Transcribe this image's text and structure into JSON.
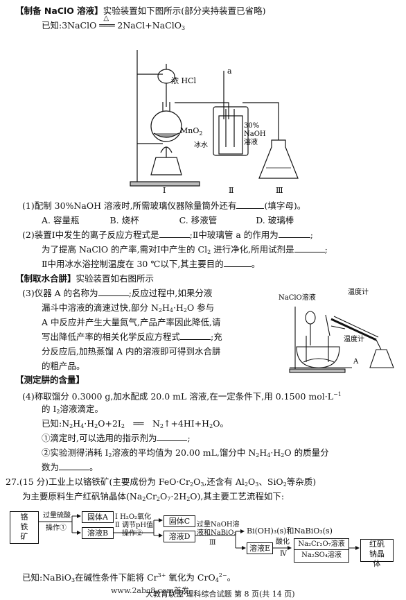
{
  "part1": {
    "heading": "【制备 NaClO 溶液】",
    "intro": "实验装置如下图所示(部分夹持装置已省略)",
    "known": "已知:3NaClO",
    "known_cond": "△",
    "known_rest": "2NaCl+NaClO",
    "known_sub": "3"
  },
  "fig1": {
    "label_hcl": "浓 HCl",
    "label_a": "a",
    "label_mno2": "MnO",
    "label_mno2_sub": "2",
    "label_naoh_pct": "30%",
    "label_naoh": "NaOH",
    "label_solution": "溶液",
    "label_icewater": "冰水",
    "num_1": "Ⅰ",
    "num_2": "Ⅱ",
    "num_3": "Ⅲ"
  },
  "q1": {
    "text_a": "(1)配制 30%NaOH 溶液时,所需玻璃仪器除量筒外还有",
    "text_b": "(填字母)。",
    "opt_a": "A. 容量瓶",
    "opt_b": "B. 烧杯",
    "opt_c": "C. 移液管",
    "opt_d": "D. 玻璃棒"
  },
  "q2": {
    "l1a": "(2)装置Ⅰ中发生的离子反应方程式是",
    "l1b": ";Ⅱ中玻璃管 a 的作用为",
    "l1c": ";",
    "l2a": "为了提高 NaClO 的产率,需对Ⅰ中产生的 Cl",
    "l2sub": "2",
    "l2b": " 进行净化,所用试剂是",
    "l2c": ";",
    "l3a": "Ⅱ中用冰水浴控制温度在 30 ℃以下,其主要目的",
    "l3b": "。"
  },
  "part2": {
    "heading": "【制取水合肼】",
    "intro": "实验装置如右图所示"
  },
  "q3": {
    "l1a": "(3)仪器 A 的名称为",
    "l1b": ";反应过程中,如果分液",
    "l2": "漏斗中溶液的滴速过快,部分 N",
    "l2b": "H",
    "l2c": "·H",
    "l2d": "O 参与",
    "l3": "A 中反应并产生大量氮气,产品产率因此降低,请",
    "l4a": "写出降低产率的相关化学反应方程式",
    "l4b": ";充",
    "l5": "分反应后,加热蒸馏 A 内的溶液即可得到水合肼",
    "l6": "的粗产品。"
  },
  "fig2": {
    "label_naclo": "NaClO溶液",
    "label_thermo1": "温度计",
    "label_thermo2": "温度计",
    "label_a": "A"
  },
  "part3": {
    "heading": "【测定肼的含量】"
  },
  "q4": {
    "l1a": "(4)称取馏分 0.3000 g,加水配成 20.0 mL 溶液,在一定条件下,用 0.1500 mol·L",
    "l1sup": "−1",
    "l2a": "的 I",
    "l2b": "溶液滴定。",
    "l3a": "已知:N",
    "l3b": "H",
    "l3c": "·H",
    "l3d": "O+2I",
    "l3e": "N",
    "l3f": "↑+4HI+H",
    "l3g": "O。",
    "l4a": "①滴定时,可以选用的指示剂为",
    "l4b": ";",
    "l5a": "②实验测得消耗 I",
    "l5b": "溶液的平均值为 20.00 mL,馏分中 N",
    "l5c": "H",
    "l5d": "·H",
    "l5e": "O 的质量分",
    "l6a": "数为",
    "l6b": "。"
  },
  "q27": {
    "l1a": "27.(15 分)工业上以铬铁矿(主要成份为 FeO·Cr",
    "l1b": "O",
    "l1c": ",还含有 Al",
    "l1d": "O",
    "l1e": "、SiO",
    "l1f": "等杂质)",
    "l2a": "为主要原料生产红矾钠晶体(Na",
    "l2b": "Cr",
    "l2c": "O",
    "l2d": "·2H",
    "l2e": "O),其主要工艺流程如下:"
  },
  "flow": {
    "ore": "铬铁矿",
    "step1_reagent": "过量硫酸",
    "step1_op": "操作①",
    "solidA": "固体A",
    "solnB": "溶液B",
    "step2_l1": "Ⅰ H₂O₂氧化",
    "step2_l2": "Ⅱ 调节pH值",
    "step2_op": "操作②",
    "solidC": "固体C",
    "solnD": "溶液D",
    "step3_reagent": "过量NaOH溶",
    "step3_reagent2": "液和NaBiO₃",
    "step3_num": "Ⅲ",
    "product_bi": "Bi(OH)₃(s)和NaBiO₃(s)",
    "solnE": "溶液E",
    "step4": "酸化",
    "step4_num": "Ⅳ",
    "out1": "Na₂Cr₂O₇溶液",
    "out2": "Na₂SO₄溶液",
    "final": "红矾钠晶体"
  },
  "footnote": {
    "text_a": "已知:NaBiO",
    "text_b": "在碱性条件下能将 Cr",
    "text_c": " 氧化为 CrO",
    "text_d": "。",
    "cr_charge": "3+",
    "cro4_charge": "2−",
    "cro4_sub": "4"
  },
  "footer": {
    "watermark": "www.2abc8.com首发",
    "page": "大教育联盟·理科综合试题  第 8 页(共 14 页)"
  }
}
